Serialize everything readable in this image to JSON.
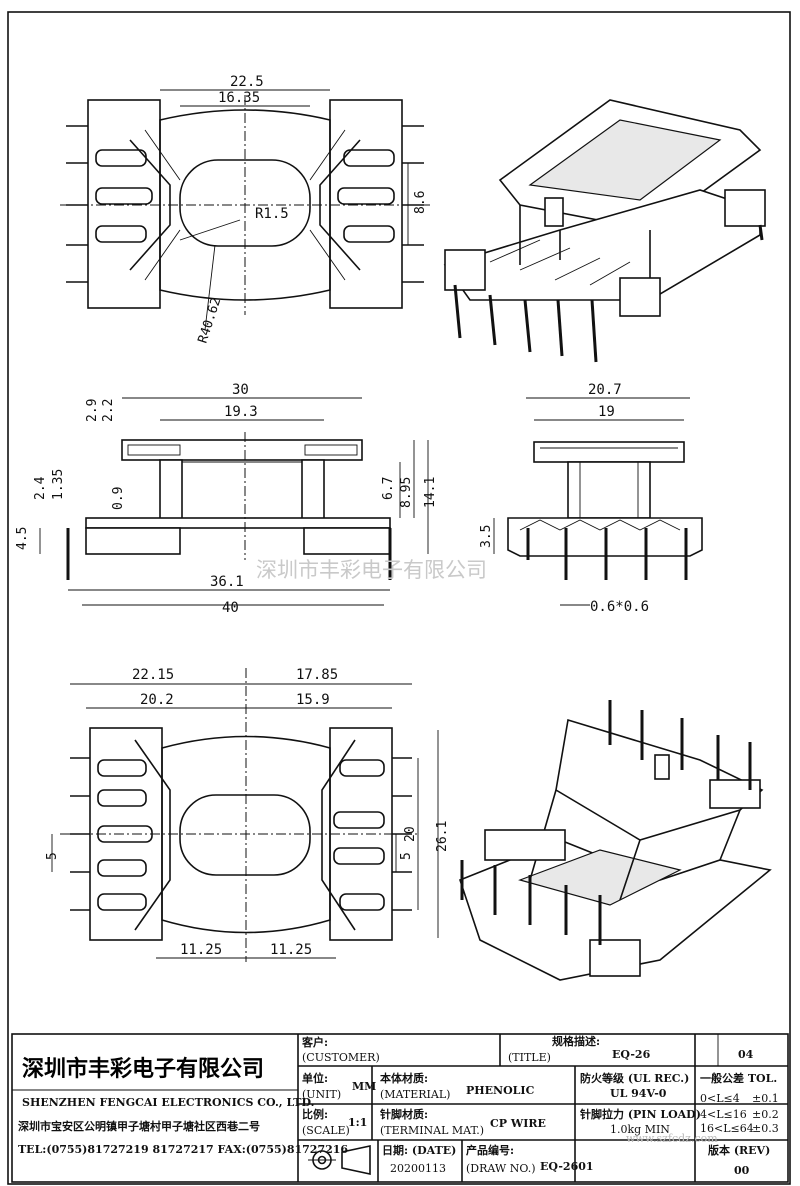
{
  "dimensions": {
    "top_view": {
      "d1": "22.5",
      "d2": "16.35",
      "d3": "8.6",
      "radius_small": "R1.5",
      "radius_large": "R40.62"
    },
    "front_view": {
      "top": "30",
      "inner": "19.3",
      "h1": "2.9",
      "h2": "2.2",
      "h3": "2.4",
      "h4": "1.35",
      "h5": "0.9",
      "h6": "6.7",
      "h7": "8.95",
      "h8": "14.1",
      "h9": "4.5",
      "w1": "36.1",
      "w2": "40"
    },
    "side_view": {
      "top": "20.7",
      "inner": "19",
      "h": "3.5",
      "pin": "0.6*0.6"
    },
    "bottom_view": {
      "l1": "22.15",
      "r1": "17.85",
      "l2": "20.2",
      "r2": "15.9",
      "h1": "26.1",
      "h2": "20",
      "p_left": "5",
      "p_right": "5",
      "b1": "11.25",
      "b2": "11.25"
    }
  },
  "watermark": "深圳市丰彩电子有限公司",
  "title_block": {
    "company_cn": "深圳市丰彩电子有限公司",
    "company_en": "SHENZHEN FENGCAI ELECTRONICS CO., LTD.",
    "address": "深圳市宝安区公明镇甲子塘村甲子塘社区西巷二号",
    "phone": "TEL:(0755)81727219  81727217   FAX:(0755)81727216",
    "customer_label": "客户:",
    "customer_en": "(CUSTOMER)",
    "title_label": "规格描述:",
    "title_en": "(TITLE)",
    "title_value": "EQ-26",
    "sheet_no": "04",
    "unit_label": "单位:",
    "unit_en": "(UNIT)",
    "unit_value": "MM",
    "material_label": "本体材质:",
    "material_en": "(MATERIAL)",
    "material_value": "PHENOLIC",
    "flame_label": "防火等级 (UL REC.)",
    "flame_value": "UL 94V-0",
    "tol_label": "一般公差 TOL.",
    "tol_rows": [
      {
        "range": "0<L≤4",
        "tol": "±0.1"
      },
      {
        "range": "4<L≤16",
        "tol": "±0.2"
      },
      {
        "range": "16<L≤64",
        "tol": "±0.3"
      }
    ],
    "scale_label": "比例:",
    "scale_en": "(SCALE)",
    "scale_value": "1:1",
    "terminal_label": "针脚材质:",
    "terminal_en": "(TERMINAL MAT.)",
    "terminal_value": "CP WIRE",
    "pinload_label": "针脚拉力 (PIN LOAD)",
    "pinload_value": "1.0kg MIN",
    "date_label": "日期: (DATE)",
    "date_value": "20200113",
    "drawno_label": "产品编号:",
    "drawno_en": "(DRAW NO.)",
    "drawno_value": "EQ-2601",
    "rev_label": "版本 (REV)",
    "rev_value": "00",
    "site_watermark": "www.szfcdz.com"
  }
}
